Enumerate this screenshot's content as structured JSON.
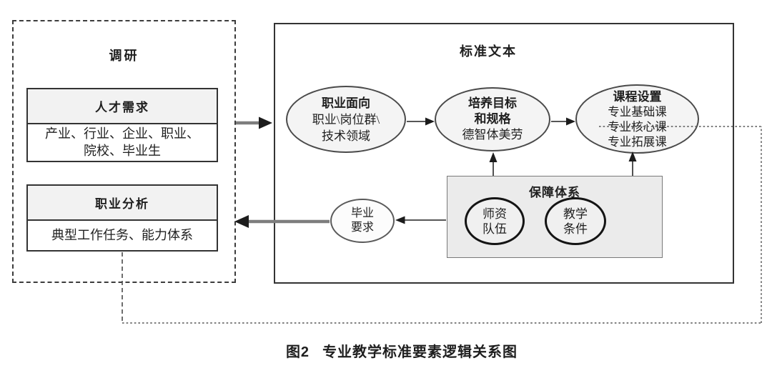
{
  "caption": {
    "label": "图2",
    "title": "专业教学标准要素逻辑关系图"
  },
  "survey_panel": {
    "title": "调研",
    "talent_box": {
      "header": "人才需求",
      "body_line1": "产业、行业、企业、职业、",
      "body_line2": "院校、毕业生"
    },
    "occupation_box": {
      "header": "职业分析",
      "body": "典型工作任务、能力体系"
    }
  },
  "standard_panel": {
    "title": "标准文本",
    "career_oval": {
      "title": "职业面向",
      "line1": "职业\\岗位群\\",
      "line2": "技术领域"
    },
    "goal_oval": {
      "title_line1": "培养目标",
      "title_line2": "和规格",
      "line": "德智体美劳"
    },
    "curriculum_oval": {
      "title": "课程设置",
      "line1": "专业基础课",
      "line2": "专业核心课",
      "line3": "专业拓展课"
    },
    "guarantee_box": {
      "title": "保障体系",
      "teacher_oval": {
        "line1": "师资",
        "line2": "队伍"
      },
      "condition_oval": {
        "line1": "教学",
        "line2": "条件"
      }
    },
    "graduation_oval": {
      "line1": "毕业",
      "line2": "要求"
    }
  },
  "colors": {
    "border_dark": "#333333",
    "line_color": "#3f3f3f",
    "thick_arrow": "#7d7d7d",
    "arrow_head": "#1c1c1c",
    "oval_fill": "#f4f4f4",
    "header_fill": "#f2f2f2",
    "guarantee_fill": "#ebebeb"
  }
}
